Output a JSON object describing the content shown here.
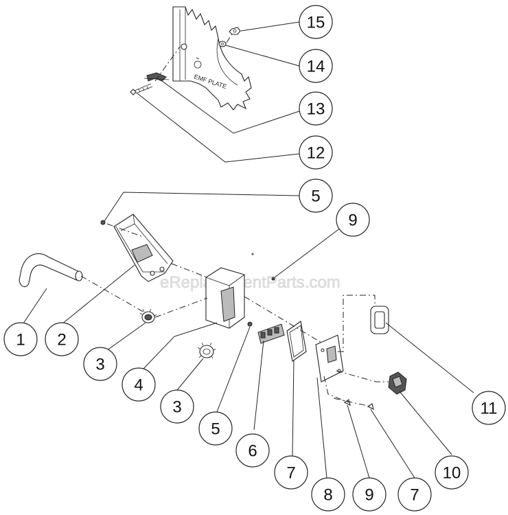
{
  "diagram": {
    "watermark": "eReplacementParts.com",
    "plate_label": "EMF PLATE",
    "callouts": [
      {
        "label": "15"
      },
      {
        "label": "14"
      },
      {
        "label": "13"
      },
      {
        "label": "12"
      },
      {
        "label": "5"
      },
      {
        "label": "9"
      },
      {
        "label": "1"
      },
      {
        "label": "2"
      },
      {
        "label": "3"
      },
      {
        "label": "4"
      },
      {
        "label": "3"
      },
      {
        "label": "5"
      },
      {
        "label": "6"
      },
      {
        "label": "7"
      },
      {
        "label": "8"
      },
      {
        "label": "9"
      },
      {
        "label": "7"
      },
      {
        "label": "10"
      },
      {
        "label": "11"
      }
    ]
  }
}
